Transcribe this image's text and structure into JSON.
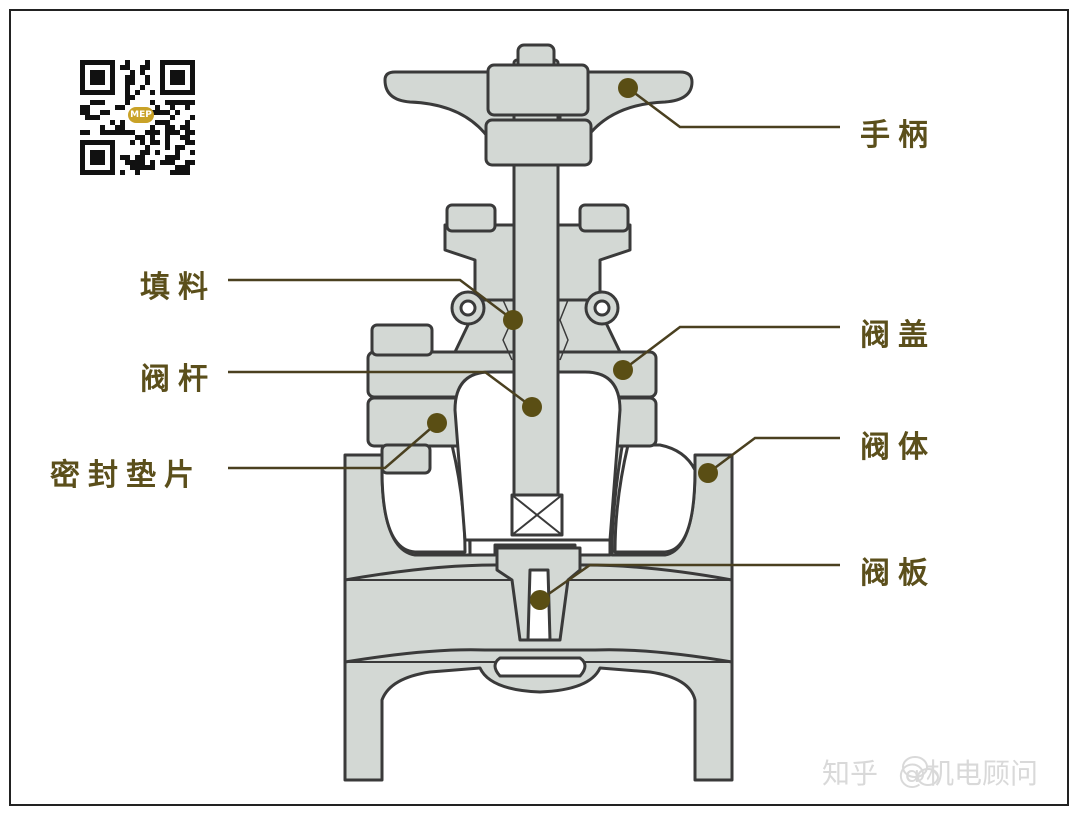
{
  "colors": {
    "body": "#d3d8d4",
    "outline": "#3a3a3a",
    "label": "#5b4f1b",
    "leader": "#4a4020",
    "dot": "#5a4e14",
    "frame": "#222222",
    "watermark": "#d9d9d9"
  },
  "labels": {
    "handle": "手柄",
    "packing": "填料",
    "stem": "阀杆",
    "gasket": "密封垫片",
    "bonnet": "阀盖",
    "body": "阀体",
    "gate": "阀板"
  },
  "watermark": {
    "site": "知乎",
    "author": "@机电顾问"
  },
  "qr_logo_text": "MEP",
  "icons": [
    "qr-code-icon",
    "wechat-icon"
  ]
}
